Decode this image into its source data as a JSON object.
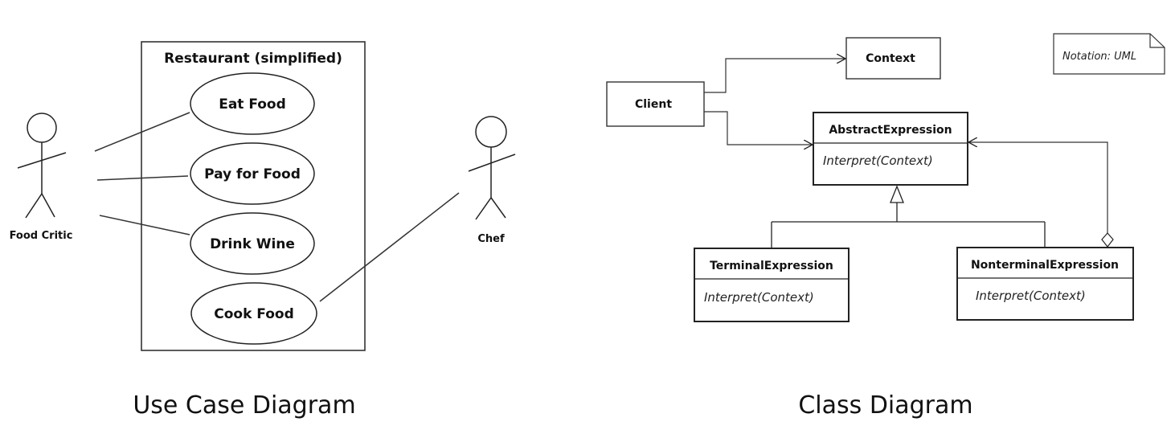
{
  "use_case_diagram": {
    "caption": "Use Case Diagram",
    "system_title": "Restaurant (simplified)",
    "actors": {
      "food_critic": "Food Critic",
      "chef": "Chef"
    },
    "use_cases": {
      "eat_food": "Eat Food",
      "pay_for_food": "Pay for Food",
      "drink_wine": "Drink Wine",
      "cook_food": "Cook Food"
    }
  },
  "class_diagram": {
    "caption": "Class Diagram",
    "note": "Notation: UML",
    "classes": {
      "context": {
        "name": "Context"
      },
      "client": {
        "name": "Client"
      },
      "abstract_expression": {
        "name": "AbstractExpression",
        "method": "Interpret(Context)"
      },
      "terminal_expression": {
        "name": "TerminalExpression",
        "method": "Interpret(Context)"
      },
      "nonterminal_expression": {
        "name": "NonterminalExpression",
        "method": "Interpret(Context)"
      }
    }
  }
}
